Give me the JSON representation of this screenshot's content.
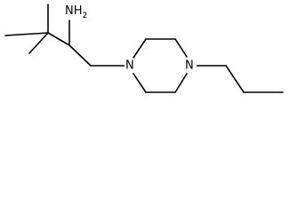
{
  "molecule": {
    "atoms": {
      "amine": {
        "element": "N",
        "hydrogens": "H",
        "count": "2"
      },
      "piperazine_n1": {
        "element": "N"
      },
      "piperazine_n4": {
        "element": "N"
      }
    }
  }
}
